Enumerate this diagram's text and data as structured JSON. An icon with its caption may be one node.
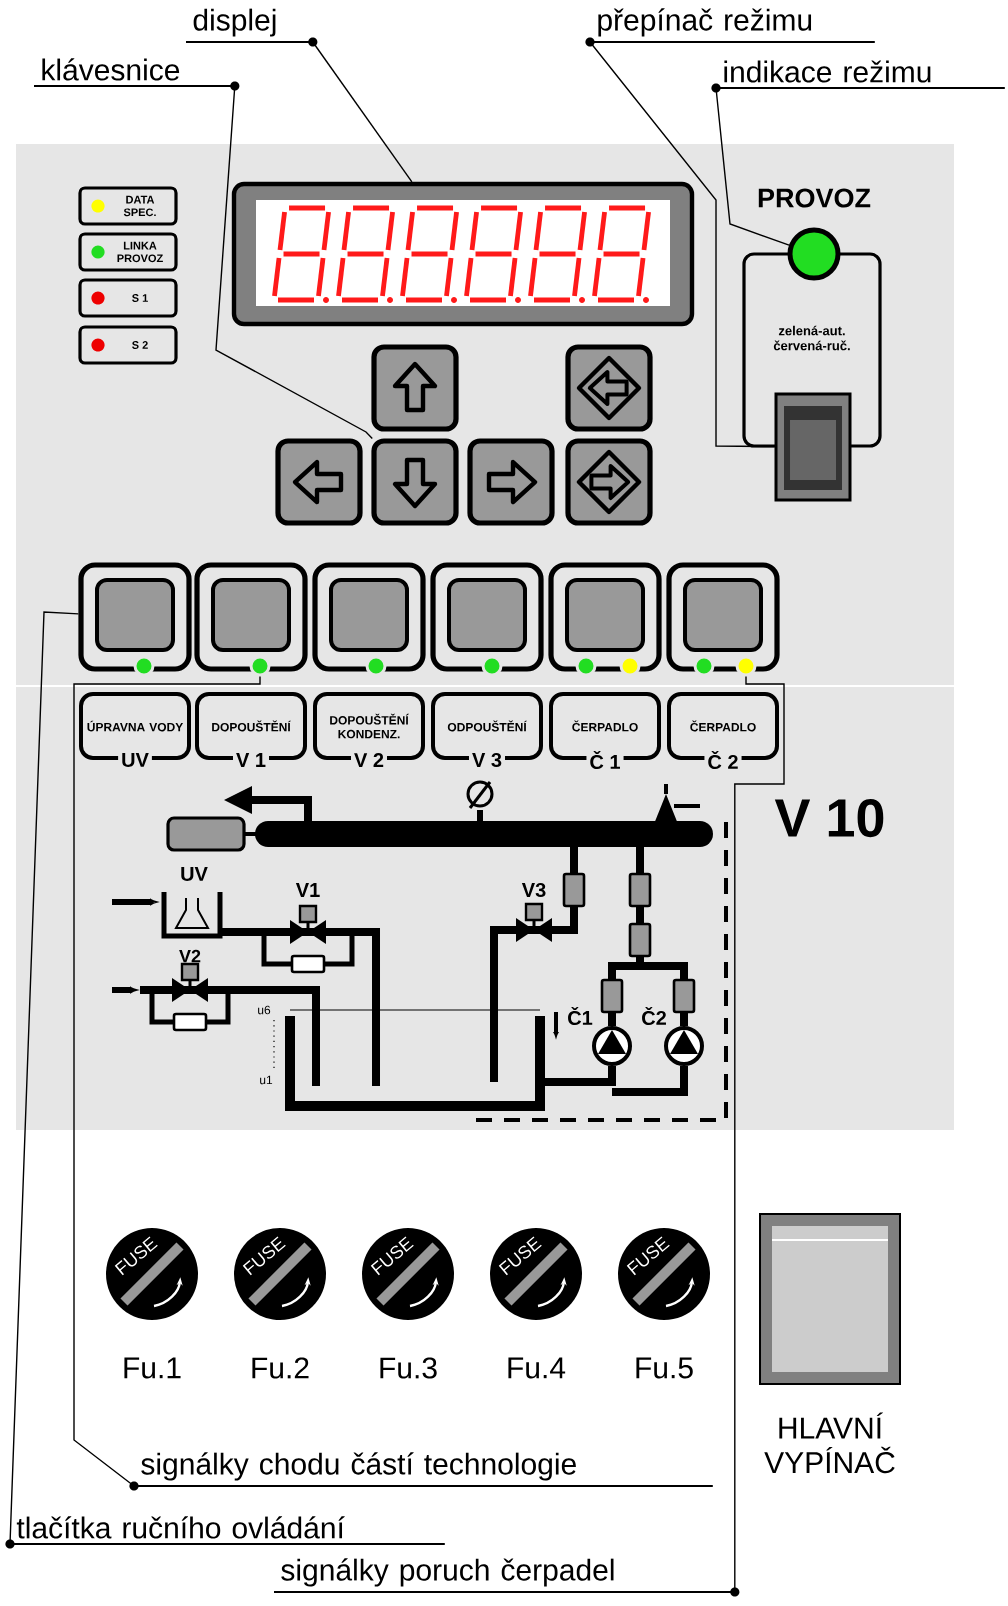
{
  "diagram": {
    "nodes": [
      {
        "text": [
          "displej"
        ]
      },
      {
        "text": [
          "přepínač režimu"
        ]
      },
      {
        "text": [
          "klávesnice"
        ]
      },
      {
        "text": [
          "indikace režimu"
        ]
      },
      {
        "text": [
          "DATA SPEC."
        ]
      },
      {
        "text": [
          "LINKA PROVOZ"
        ]
      },
      {
        "text": [
          "S 1"
        ]
      },
      {
        "text": [
          "S 2"
        ]
      },
      {
        "text": [],
        "shape": "box"
      },
      {
        "text": [],
        "shape": "circle"
      },
      {
        "text": [],
        "shape": "box"
      },
      {
        "text": [],
        "shape": "box"
      },
      {
        "text": [],
        "shape": "box"
      },
      {
        "text": [],
        "shape": "box"
      },
      {
        "text": [],
        "shape": "box"
      },
      {
        "text": [],
        "shape": "box"
      },
      {
        "text": [],
        "shape": "box"
      },
      {
        "text": [],
        "shape": "box"
      },
      {
        "text": [],
        "shape": "box"
      },
      {
        "text": [],
        "shape": "box"
      },
      {
        "text": [],
        "shape": "box"
      },
      {
        "text": [],
        "shape": "box"
      },
      {
        "text": [],
        "shape": "box"
      },
      {
        "text": [],
        "shape": "circle"
      },
      {
        "text": [],
        "shape": "circle"
      },
      {
        "text": [],
        "shape": "circle"
      },
      {
        "text": [],
        "shape": "circle"
      },
      {
        "text": [],
        "shape": "circle"
      },
      {
        "text": [],
        "shape": "circle"
      },
      {
        "text": [],
        "shape": "circle"
      },
      {
        "text": [],
        "shape": "circle"
      },
      {
        "text": [
          "ÚPRAVNA VODY",
          "UV"
        ]
      },
      {
        "text": [
          "DOPOUŠTĚNÍ",
          "V 1"
        ]
      },
      {
        "text": [
          "DOPOUŠTĚNÍ KONDENZ.",
          "V 2"
        ]
      },
      {
        "text": [
          "ODPOUŠTĚNÍ",
          "V 3"
        ]
      },
      {
        "text": [
          "ČERPADLO",
          "Č 1"
        ]
      },
      {
        "text": [
          "ČERPADLO",
          "Č 2"
        ]
      },
      {
        "text": [
          "FUSE"
        ],
        "beside": [
          "Fu.1"
        ]
      },
      {
        "text": [
          "FUSE"
        ],
        "beside": [
          "Fu.2"
        ]
      },
      {
        "text": [
          "FUSE"
        ],
        "beside": [
          "Fu.3"
        ]
      },
      {
        "text": [
          "FUSE"
        ],
        "beside": [
          "Fu.4"
        ]
      },
      {
        "text": [
          "FUSE"
        ],
        "beside": [
          "Fu.5"
        ]
      },
      {
        "text": [],
        "shape": "box",
        "beside": [
          "HLAVNÍ VYPÍNAČ"
        ]
      },
      {
        "text": [
          "signálky chodu částí technologie"
        ]
      },
      {
        "text": [
          "tlačítka ručního ovládání"
        ]
      },
      {
        "text": [
          "signálky poruch čerpadel"
        ]
      }
    ],
    "edges": [
      {
        "from": 0,
        "to": 8,
        "arrow": "none"
      },
      {
        "from": 1,
        "to": 16,
        "arrow": "none"
      },
      {
        "from": 2,
        "to": 13,
        "arrow": "none"
      },
      {
        "from": 3,
        "to": 9,
        "arrow": "none"
      },
      {
        "from": 43,
        "to": 24,
        "arrow": "none"
      },
      {
        "from": 44,
        "to": 17,
        "arrow": "none"
      },
      {
        "from": 45,
        "to": 30,
        "arrow": "none"
      }
    ],
    "labels": [
      "PROVOZ",
      "zelená-aut. červená-ruč.",
      "V 10",
      "UV",
      "V1",
      "V2",
      "V3",
      "u6",
      "Č1",
      "Č2",
      "u1"
    ]
  }
}
